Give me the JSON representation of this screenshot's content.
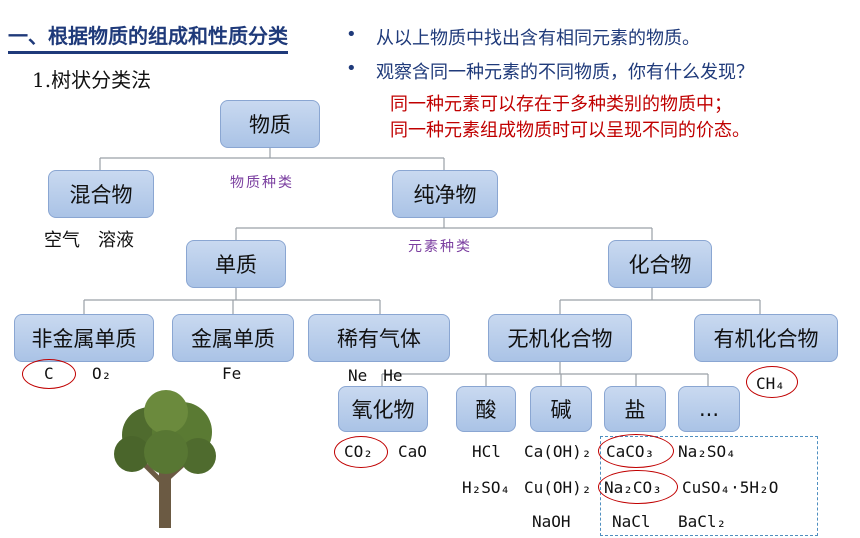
{
  "heading": {
    "title": "一、根据物质的组成和性质分类",
    "subtitle": "1.树状分类法"
  },
  "questions": {
    "q1": "从以上物质中找出含有相同元素的物质。",
    "q2": "观察含同一种元素的不同物质，你有什么发现？",
    "a1": "同一种元素可以存在于多种类别的物质中；",
    "a2": "同一种元素组成物质时可以呈现不同的价态。"
  },
  "tree": {
    "root": "物质",
    "mixture": "混合物",
    "pure": "纯净物",
    "element": "单质",
    "compound": "化合物",
    "nonmetal": "非金属单质",
    "metal": "金属单质",
    "noble": "稀有气体",
    "inorganic": "无机化合物",
    "organic": "有机化合物",
    "oxide": "氧化物",
    "acid": "酸",
    "base": "碱",
    "salt": "盐",
    "more": "...",
    "note_kind": "物质种类",
    "note_element": "元素种类"
  },
  "examples": {
    "mixture": "空气　溶液",
    "nonmetal_c": "C",
    "nonmetal_o2": "O₂",
    "metal": "Fe",
    "noble": "Ne　He",
    "organic": "CH₄",
    "oxide_co2": "CO₂",
    "oxide_cao": "CaO",
    "acid_hcl": "HCl",
    "acid_h2so4": "H₂SO₄",
    "base_caoh2": "Ca(OH)₂",
    "base_cuoh2": "Cu(OH)₂",
    "base_naoh": "NaOH",
    "salt_caco3": "CaCO₃",
    "salt_na2so4": "Na₂SO₄",
    "salt_na2co3": "Na₂CO₃",
    "salt_cuso4": "CuSO₄·5H₂O",
    "salt_nacl": "NaCl",
    "salt_bacl2": "BaCl₂"
  },
  "colors": {
    "heading": "#1f3a7a",
    "answer": "#c00000",
    "note": "#7b3fa0",
    "box": "#b6cbea",
    "circle": "#c00000",
    "dashed": "#4f8fc0"
  },
  "icons": {
    "tree": "tree-illustration"
  }
}
